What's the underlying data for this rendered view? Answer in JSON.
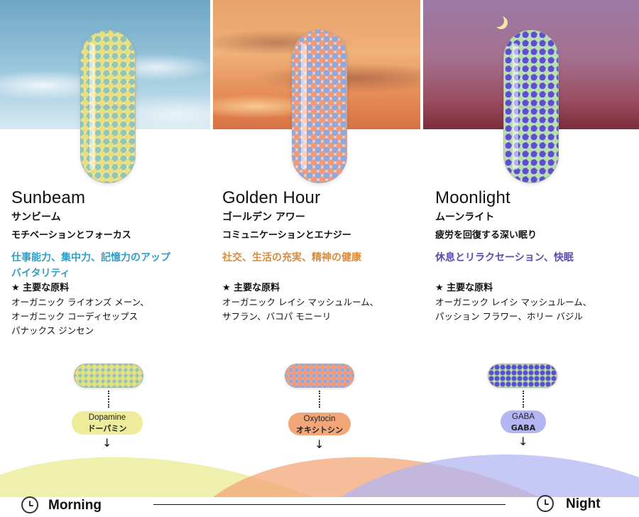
{
  "colors": {
    "sunbeam_accent": "#2f9fc6",
    "golden_accent": "#d98a3c",
    "moonlight_accent": "#5b4bb0",
    "sunbeam_wave": "#ecec9a",
    "golden_wave": "#f3a779",
    "moonlight_wave": "#b3b6f2"
  },
  "products": [
    {
      "name": "Sunbeam",
      "name_jp": "サンビーム",
      "subtitle": "モチベーションとフォーカス",
      "benefit_line1": "仕事能力、集中力、記憶力のアップ",
      "benefit_line2": "バイタリティ",
      "ingredients_title": "★ 主要な原料",
      "ingredients": [
        "オーガニック ライオンズ メーン、",
        "オーガニック コーディセップス",
        "パナックス ジンセン"
      ],
      "neuro_en": "Dopamine",
      "neuro_jp": "ドーパミン"
    },
    {
      "name": "Golden Hour",
      "name_jp": "ゴールデン アワー",
      "subtitle": "コミュニケーションとエナジー",
      "benefit_line1": "社交、生活の充実、精神の健康",
      "benefit_line2": "",
      "ingredients_title": "★ 主要な原料",
      "ingredients": [
        "オーガニック レイシ マッシュルーム、",
        "サフラン、バコパ モニーリ"
      ],
      "neuro_en": "Oxytocin",
      "neuro_jp": "オキシトシン"
    },
    {
      "name": "Moonlight",
      "name_jp": "ムーンライト",
      "subtitle": "疲労を回復する深い眠り",
      "benefit_line1": "休息とリラクセーション、快眠",
      "benefit_line2": "",
      "ingredients_title": "★ 主要な原料",
      "ingredients": [
        "オーガニック レイシ マッシュルーム、",
        "パッション フラワー、ホリー バジル"
      ],
      "neuro_en": "GABA",
      "neuro_jp": "GABA"
    }
  ],
  "timeline": {
    "start_label": "Morning",
    "end_label": "Night"
  },
  "icons": {
    "moon": "crescent-moon-icon",
    "clock": "clock-icon",
    "arrow": "↓"
  }
}
